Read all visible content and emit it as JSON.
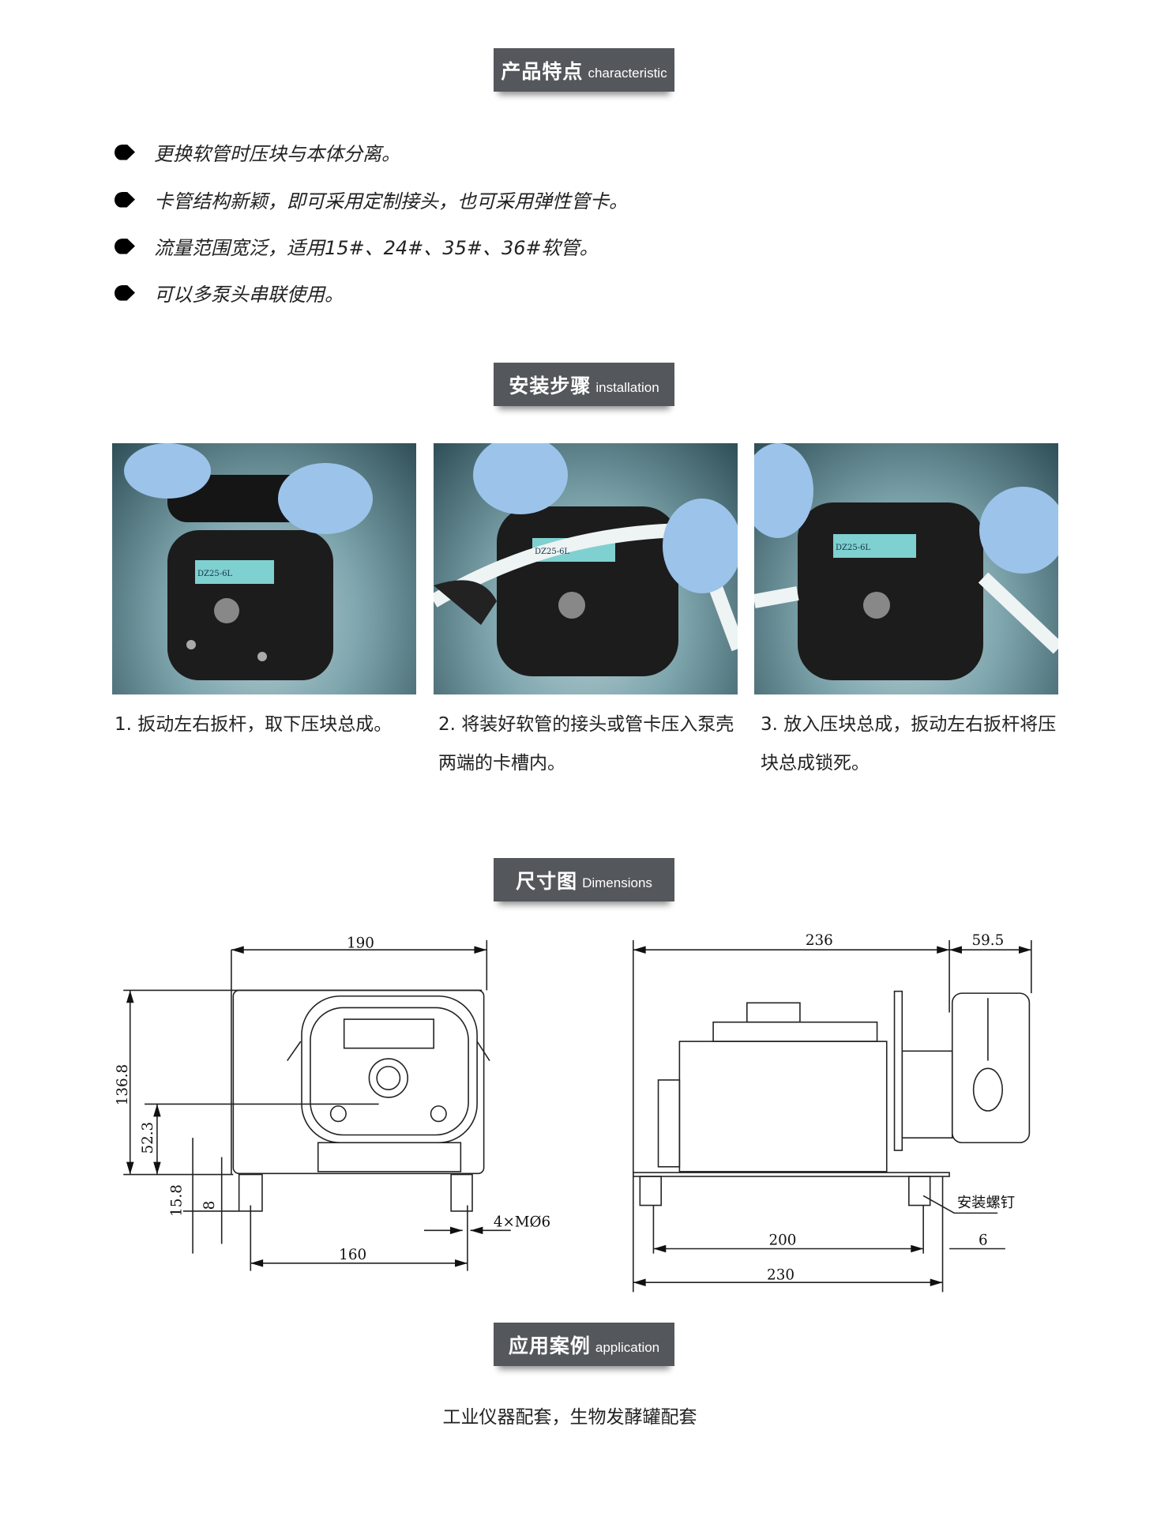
{
  "sections": {
    "features": {
      "title_cn": "产品特点",
      "title_en": "characteristic"
    },
    "installation": {
      "title_cn": "安装步骤",
      "title_en": "installation"
    },
    "dimensions": {
      "title_cn": "尺寸图",
      "title_en": "Dimensions"
    },
    "application": {
      "title_cn": "应用案例",
      "title_en": "application"
    }
  },
  "features": [
    "更换软管时压块与本体分离。",
    "卡管结构新颖，即可采用定制接头，也可采用弹性管卡。",
    "流量范围宽泛，适用15#、24#、35#、36#软管。",
    "可以多泵头串联使用。"
  ],
  "steps": [
    {
      "caption": "1. 扳动左右扳杆，取下压块总成。",
      "label": "DZ25-6L"
    },
    {
      "caption": "2. 将装好软管的接头或管卡压入泵壳两端的卡槽内。",
      "label": "DZ25-6L"
    },
    {
      "caption": "3. 放入压块总成，扳动左右扳杆将压块总成锁死。",
      "label": "DZ25-6L"
    }
  ],
  "dimensions": {
    "front": {
      "width": "190",
      "height": "136.8",
      "axis_height": "52.3",
      "foot": "15.8",
      "foot_pin": "8",
      "hole_spacing": "160",
      "holes": "4×MØ6"
    },
    "side": {
      "length": "236",
      "head": "59.5",
      "hole_spacing": "200",
      "base": "230",
      "offset": "6",
      "screw_label": "安装螺钉"
    }
  },
  "application_text": "工业仪器配套，生物发酵罐配套"
}
